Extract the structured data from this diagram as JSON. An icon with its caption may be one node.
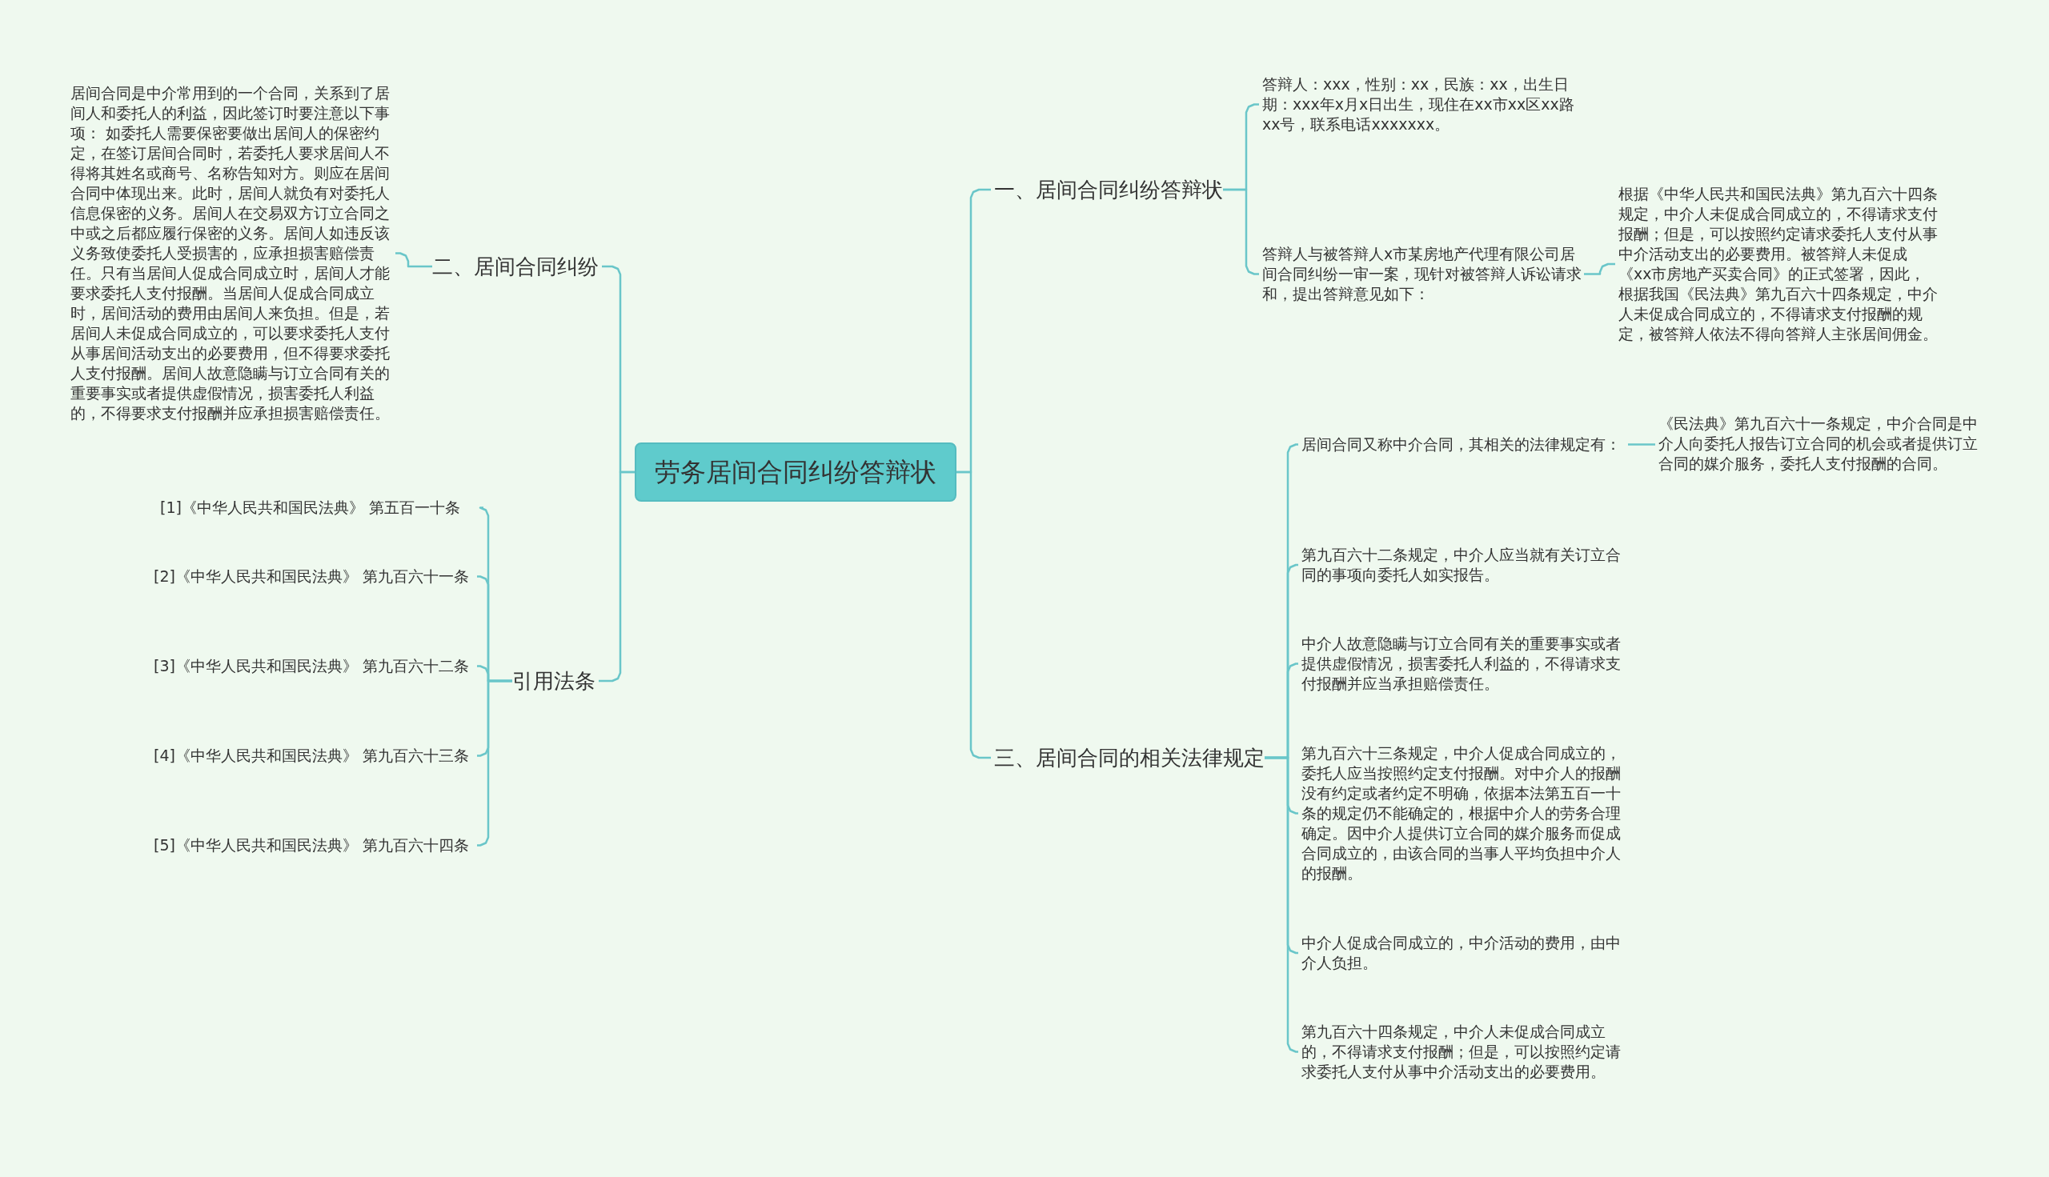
{
  "diagram": {
    "nodes": [
      {
        "text": [
          "劳务居间合同纠纷答辩状"
        ]
      },
      {
        "text": [
          "二、居间合同纠纷"
        ]
      },
      {
        "text": [
          "居间合同是中介常用到的一个合同，关系到了居间人和委托人的利益，因此签订时要注意以下事项： 如委托人需要保密要做出居间人的保密约定，在签订居间合同时，若委托人要求居间人不得将其姓名或商号、名称告知对方。则应在居间合同中体现出来。此时，居间人就负有对委托人信息保密的义务。居间人在交易双方订立合同之中或之后都应履行保密的义务。居间人如违反该义务致使委托人受损害的，应承担损害赔偿责任。只有当居间人促成合同成立时，居间人才能要求委托人支付报酬。当居间人促成合同成立时，居间活动的费用由居间人来负担。但是，若居间人未促成合同成立的，可以要求委托人支付从事居间活动支出的必要费用，但不得要求委托人支付报酬。居间人故意隐瞒与订立合同有关的重要事实或者提供虚假情况，损害委托人利益的，不得要求支付报酬并应承担损害赔偿责任。"
        ]
      },
      {
        "text": [
          "引用法条"
        ]
      },
      {
        "text": [
          "[1]《中华人民共和国民法典》 第五百一十条"
        ]
      },
      {
        "text": [
          "[2]《中华人民共和国民法典》 第九百六十一条"
        ]
      },
      {
        "text": [
          "[3]《中华人民共和国民法典》 第九百六十二条"
        ]
      },
      {
        "text": [
          "[4]《中华人民共和国民法典》 第九百六十三条"
        ]
      },
      {
        "text": [
          "[5]《中华人民共和国民法典》 第九百六十四条"
        ]
      },
      {
        "text": [
          "一、居间合同纠纷答辩状"
        ]
      },
      {
        "text": [
          "答辩人：xxx，性别：xx，民族：xx，出生日期：xxx年x月x日出生，现住在xx市xx区xx路xx号，联系电话xxxxxxx。"
        ]
      },
      {
        "text": [
          "答辩人与被答辩人x市某房地产代理有限公司居间合同纠纷一审一案，现针对被答辩人诉讼请求和，提出答辩意见如下："
        ]
      },
      {
        "text": [
          "根据《中华人民共和国民法典》第九百六十四条规定，中介人未促成合同成立的，不得请求支付报酬；但是，可以按照约定请求委托人支付从事中介活动支出的必要费用。被答辩人未促成《xx市房地产买卖合同》的正式签署，因此，根据我国《民法典》第九百六十四条规定，中介人未促成合同成立的，不得请求支付报酬的规定，被答辩人依法不得向答辩人主张居间佣金。"
        ]
      },
      {
        "text": [
          "三、居间合同的相关法律规定"
        ]
      },
      {
        "text": [
          "居间合同又称中介合同，其相关的法律规定有："
        ]
      },
      {
        "text": [
          "《民法典》第九百六十一条规定，中介合同是中介人向委托人报告订立合同的机会或者提供订立合同的媒介服务，委托人支付报酬的合同。"
        ]
      },
      {
        "text": [
          "第九百六十二条规定，中介人应当就有关订立合同的事项向委托人如实报告。"
        ]
      },
      {
        "text": [
          "中介人故意隐瞒与订立合同有关的重要事实或者提供虚假情况，损害委托人利益的，不得请求支付报酬并应当承担赔偿责任。"
        ]
      },
      {
        "text": [
          "第九百六十三条规定，中介人促成合同成立的，委托人应当按照约定支付报酬。对中介人的报酬没有约定或者约定不明确，依据本法第五百一十条的规定仍不能确定的，根据中介人的劳务合理确定。因中介人提供订立合同的媒介服务而促成合同成立的，由该合同的当事人平均负担中介人的报酬。"
        ]
      },
      {
        "text": [
          "中介人促成合同成立的，中介活动的费用，由中介人负担。"
        ]
      },
      {
        "text": [
          "第九百六十四条规定，中介人未促成合同成立的，不得请求支付报酬；但是，可以按照约定请求委托人支付从事中介活动支出的必要费用。"
        ]
      }
    ],
    "edges": [
      {
        "from": 0,
        "to": 1,
        "arrow": "none"
      },
      {
        "from": 1,
        "to": 2,
        "arrow": "none"
      },
      {
        "from": 0,
        "to": 3,
        "arrow": "none"
      },
      {
        "from": 3,
        "to": 4,
        "arrow": "none"
      },
      {
        "from": 3,
        "to": 5,
        "arrow": "none"
      },
      {
        "from": 3,
        "to": 6,
        "arrow": "none"
      },
      {
        "from": 3,
        "to": 7,
        "arrow": "none"
      },
      {
        "from": 3,
        "to": 8,
        "arrow": "none"
      },
      {
        "from": 0,
        "to": 9,
        "arrow": "none"
      },
      {
        "from": 9,
        "to": 10,
        "arrow": "none"
      },
      {
        "from": 9,
        "to": 11,
        "arrow": "none"
      },
      {
        "from": 11,
        "to": 12,
        "arrow": "none"
      },
      {
        "from": 0,
        "to": 13,
        "arrow": "none"
      },
      {
        "from": 13,
        "to": 14,
        "arrow": "none"
      },
      {
        "from": 14,
        "to": 15,
        "arrow": "none"
      },
      {
        "from": 13,
        "to": 16,
        "arrow": "none"
      },
      {
        "from": 13,
        "to": 17,
        "arrow": "none"
      },
      {
        "from": 13,
        "to": 18,
        "arrow": "none"
      },
      {
        "from": 13,
        "to": 19,
        "arrow": "none"
      },
      {
        "from": 13,
        "to": 20,
        "arrow": "none"
      }
    ]
  }
}
